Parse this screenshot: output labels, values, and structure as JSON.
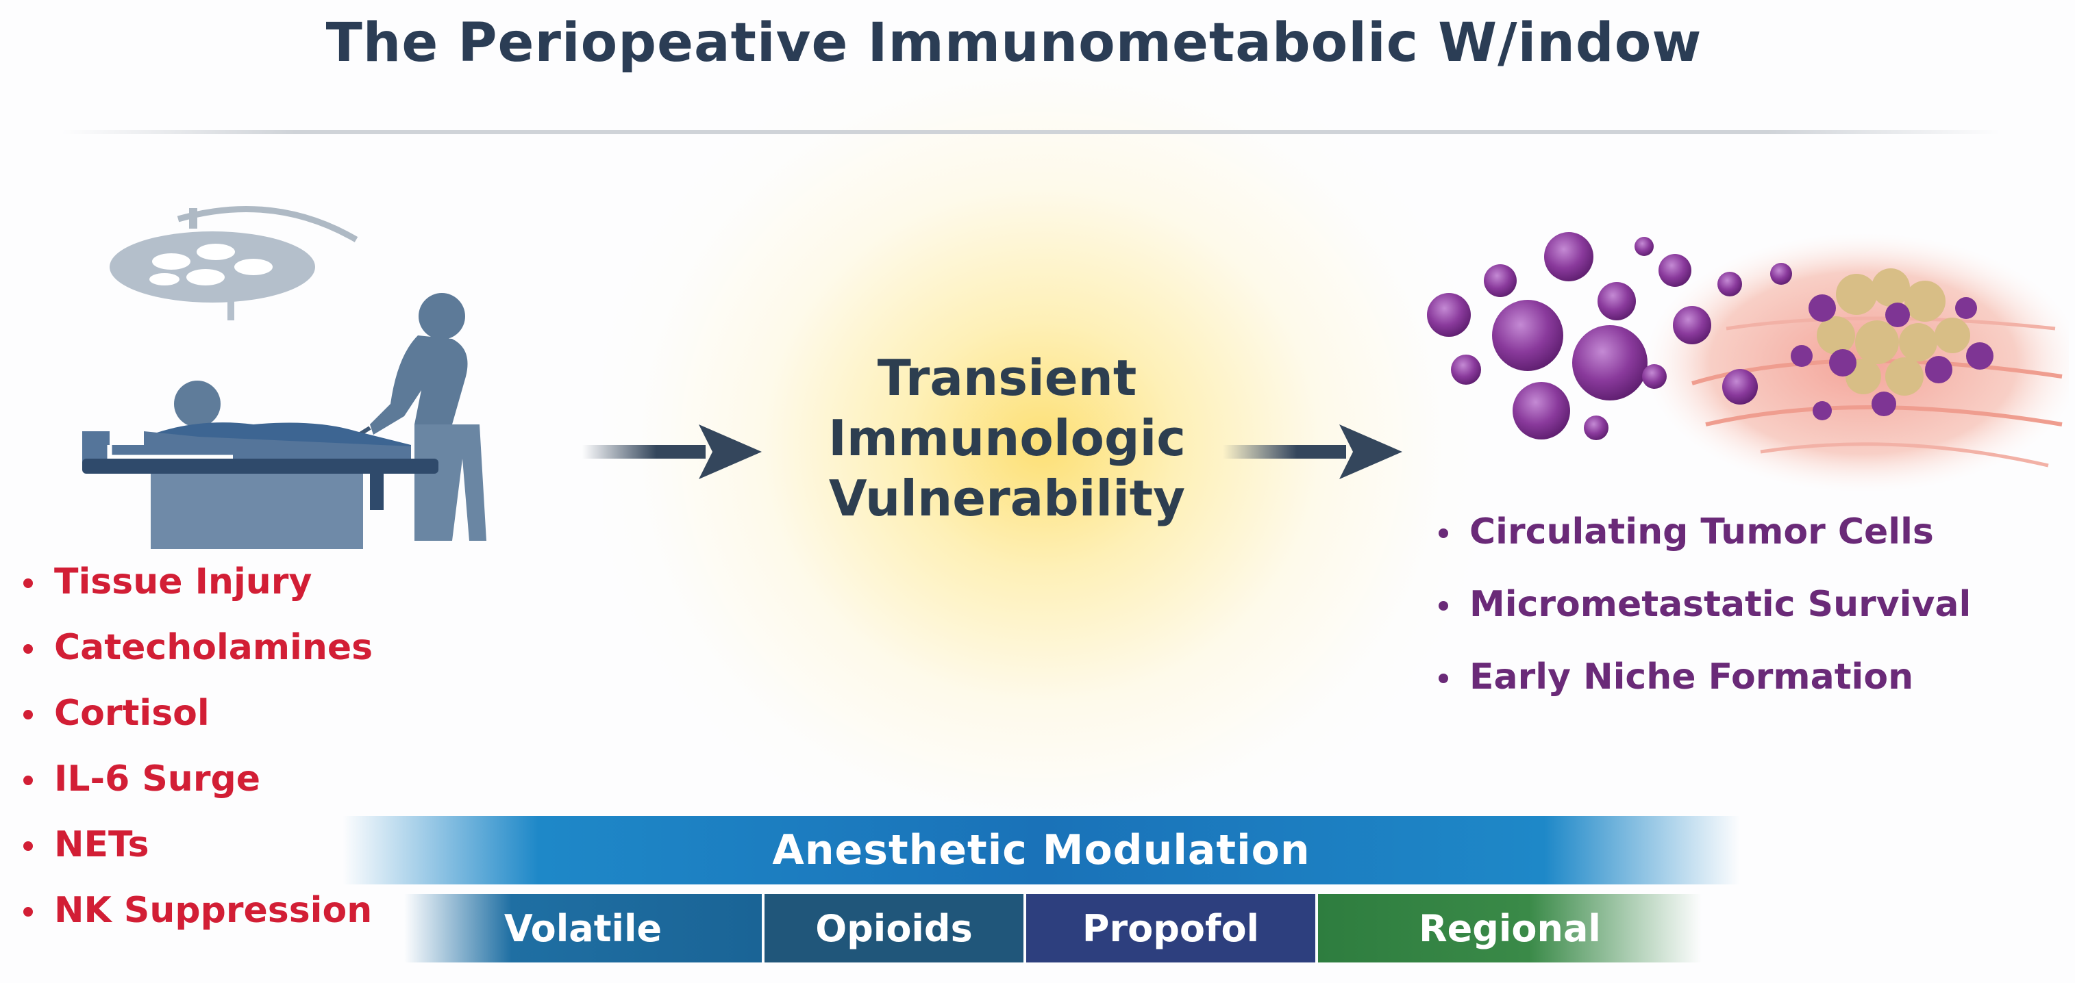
{
  "title": "The Periopeative Immunometabolic W/indow",
  "center": {
    "lines": [
      "Transient",
      "Immunologic",
      "Vulnerability"
    ]
  },
  "left_list": [
    "Tissue Injury",
    "Catecholamines",
    "Cortisol",
    "IL-6 Surge",
    "NETs",
    "NK Suppression"
  ],
  "right_list": [
    "Circulating Tumor Cells",
    "Micrometastatic Survival",
    "Early Niche Formation"
  ],
  "modulation": {
    "label": "Anesthetic Modulation",
    "segments": [
      "Volatile",
      "Opioids",
      "Propofol",
      "Regional"
    ]
  },
  "icons": [
    "surgical-lamp-icon",
    "surgeon-icon",
    "patient-icon",
    "operating-table-icon",
    "arrow-right-icon",
    "tumor-cells-icon"
  ],
  "colors": {
    "title": "#2b3d55",
    "left_list": "#d21e35",
    "right_list": "#6a2a78",
    "band": "#1a72b8",
    "volatile": "#1a6496",
    "opioids": "#20567a",
    "propofol": "#2d3f7e",
    "regional": "#2e7d3f",
    "glow": "#fdde6e"
  }
}
